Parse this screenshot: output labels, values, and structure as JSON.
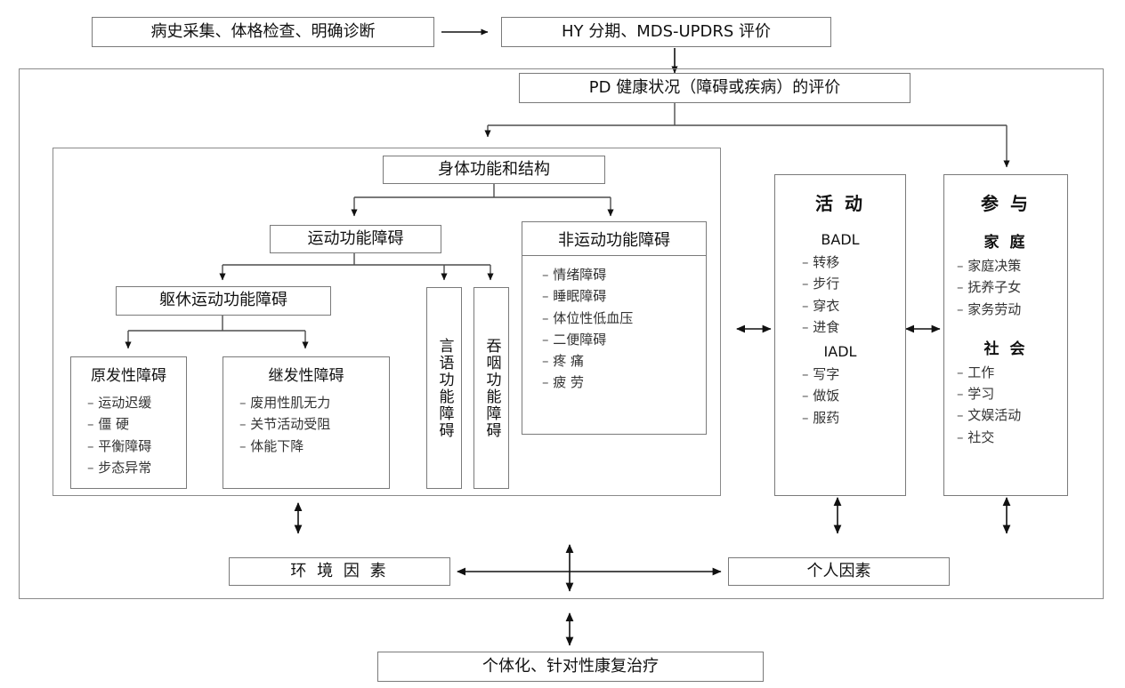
{
  "diagram": {
    "title_flow": {
      "step1": "病史采集、体格检查、明确诊断",
      "step2": "HY 分期、MDS-UPDRS 评价",
      "step3": "PD 健康状况（障碍或疾病）的评价"
    },
    "body_function": {
      "header": "身体功能和结构",
      "motor": "运动功能障碍",
      "trunk_limb": "躯休运动功能障碍",
      "speech": "言语功能障碍",
      "swallow": "吞咽功能障碍",
      "primary": {
        "title": "原发性障碍",
        "items": [
          "运动迟缓",
          "僵 硬",
          "平衡障碍",
          "步态异常"
        ]
      },
      "secondary": {
        "title": "继发性障碍",
        "items": [
          "废用性肌无力",
          "关节活动受阻",
          "体能下降"
        ]
      },
      "nonmotor": {
        "title": "非运动功能障碍",
        "items": [
          "情绪障碍",
          "睡眠障碍",
          "体位性低血压",
          "二便障碍",
          "疼 痛",
          "疲 劳"
        ]
      }
    },
    "activity": {
      "title": "活 动",
      "groups": [
        {
          "name": "BADL",
          "items": [
            "转移",
            "步行",
            "穿衣",
            "进食"
          ]
        },
        {
          "name": "IADL",
          "items": [
            "写字",
            "做饭",
            "服药"
          ]
        }
      ]
    },
    "participation": {
      "title": "参 与",
      "groups": [
        {
          "name": "家 庭",
          "items": [
            "家庭决策",
            "抚养子女",
            "家务劳动"
          ]
        },
        {
          "name": "社 会",
          "items": [
            "工作",
            "学习",
            "文娱活动",
            "社交"
          ]
        }
      ]
    },
    "contextual": {
      "environment": "环 境 因 素",
      "personal": "个人因素"
    },
    "outcome": "个体化、针对性康复治疗",
    "colors": {
      "box_border": "#7a7a7a",
      "frame_border": "#8a8a8a",
      "line": "#4d4d4d",
      "text": "#111111",
      "background": "#ffffff"
    }
  }
}
